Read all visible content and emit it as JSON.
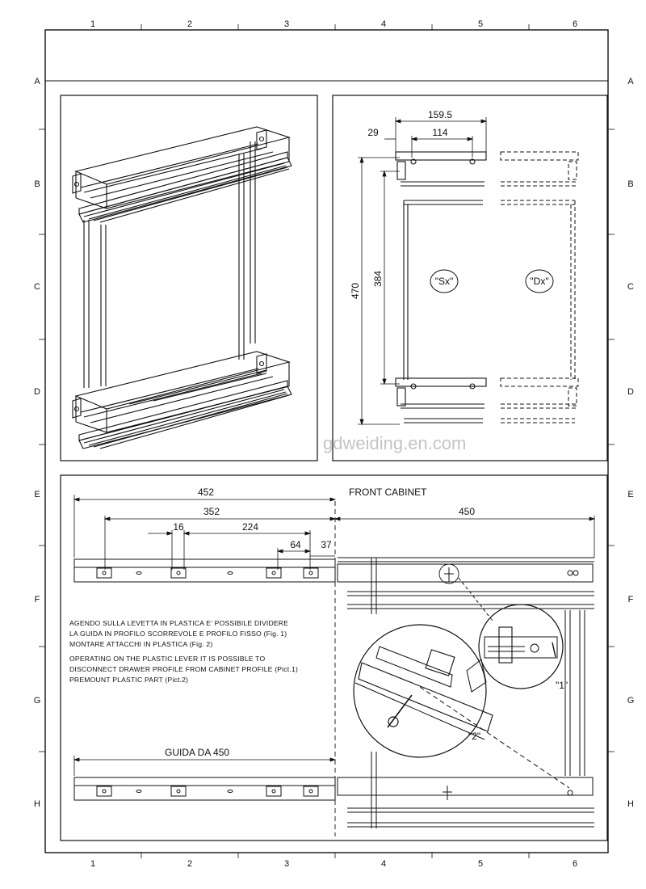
{
  "grid": {
    "columns": [
      "1",
      "2",
      "3",
      "4",
      "5",
      "6"
    ],
    "rows": [
      "A",
      "B",
      "C",
      "D",
      "E",
      "F",
      "G",
      "H"
    ]
  },
  "top_right_view": {
    "dims": {
      "overall_width": "159.5",
      "inset": "29",
      "hole_spacing": "114",
      "height": "470",
      "inner_height": "384"
    },
    "labels": {
      "left": "\"Sx\"",
      "right": "\"Dx\""
    }
  },
  "watermark": "gdweiding.en.com",
  "bottom_view": {
    "dims": {
      "d452": "452",
      "d352": "352",
      "d16": "16",
      "d224": "224",
      "d64": "64",
      "d37": "37",
      "d450": "450"
    },
    "front_cabinet": "FRONT CABINET",
    "guide_title": "GUIDA DA 450",
    "notes_it": [
      "AGENDO SULLA LEVETTA IN PLASTICA E' POSSIBILE DIVIDERE",
      "LA GUIDA IN PROFILO SCORREVOLE E PROFILO FISSO (Fig. 1)",
      "MONTARE ATTACCHI IN PLASTICA (Fig. 2)"
    ],
    "notes_en": [
      "OPERATING ON THE PLASTIC LEVER IT IS POSSIBLE TO",
      "DISCONNECT DRAWER PROFILE FROM CABINET PROFILE (Pict.1)",
      "PREMOUNT PLASTIC PART (Pict.2)"
    ],
    "callouts": {
      "one": "\"1\"",
      "two": "\"2\""
    }
  },
  "colors": {
    "ink": "#111111",
    "watermark": "#c4c4c4",
    "paper": "#ffffff"
  }
}
